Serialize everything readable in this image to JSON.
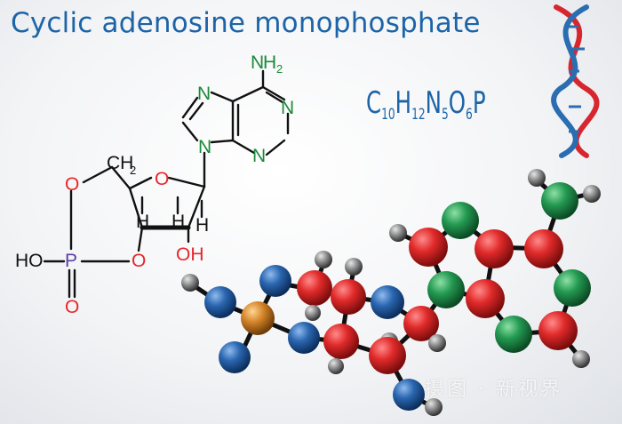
{
  "title": "Cyclic adenosine monophosphate",
  "formula": {
    "parts": [
      {
        "el": "C",
        "n": "10"
      },
      {
        "el": "H",
        "n": "12"
      },
      {
        "el": "N",
        "n": "5"
      },
      {
        "el": "O",
        "n": "6"
      },
      {
        "el": "P",
        "n": ""
      }
    ]
  },
  "structure": {
    "atoms": {
      "nh2_n": "N",
      "nh2_h": "H",
      "nh2_2": "2",
      "n_top_left": "N",
      "n_right_top": "N",
      "n_right_bottom": "N",
      "n9": "N",
      "ring_o": "O",
      "ch2_c": "CH",
      "ch2_2": "2",
      "o_upper_left": "O",
      "o_ester": "O",
      "ho_left": "HO",
      "p": "P",
      "o_double": "O",
      "oh_right": "OH",
      "h_left": "H",
      "h_mid": "H",
      "h_right": "H"
    },
    "colors": {
      "oxygen": "#e8262b",
      "nitrogen": "#1a8a3a",
      "phosphorus": "#5b3fa3",
      "carbon": "#111111"
    }
  },
  "model": {
    "atom_colors": {
      "carbon": "#d8212a",
      "nitrogen": "#1e8a4a",
      "oxygen": "#1e5aa0",
      "phosphorus": "#c7781e",
      "hydrogen": "#6a6a6a"
    }
  },
  "watermark": "摄图 · 新视界"
}
